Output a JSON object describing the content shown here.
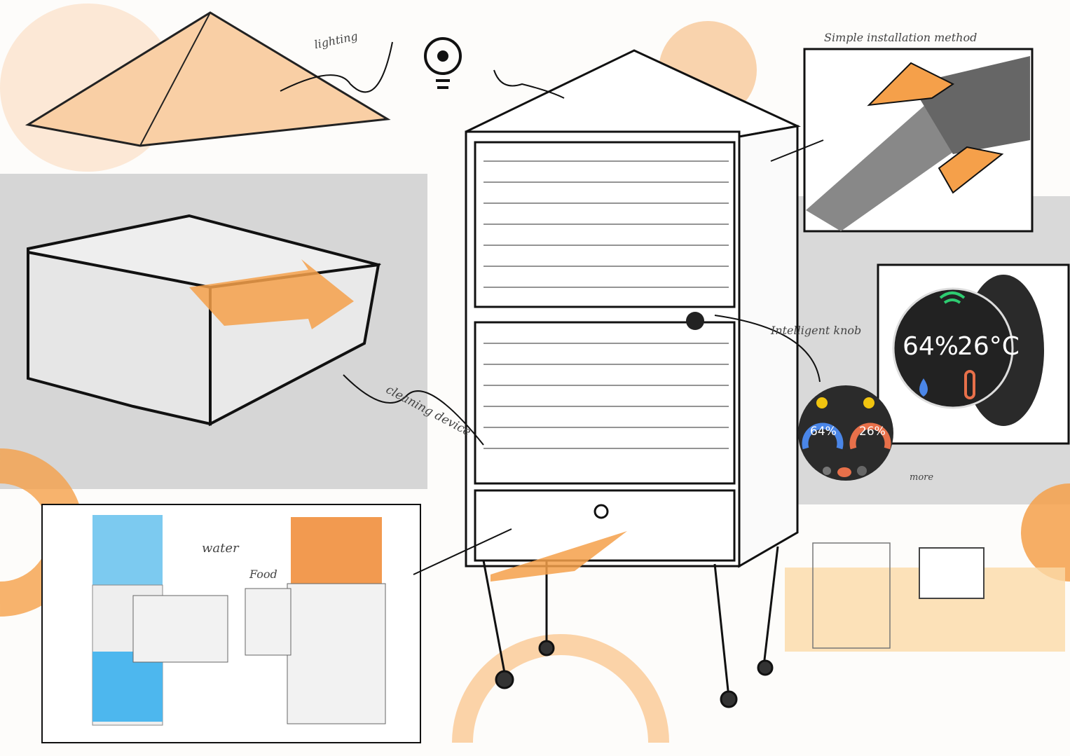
{
  "annotations": {
    "lighting": "lighting",
    "installation": "Simple installation method",
    "knob": "Intelligent knob",
    "cleaning": "cleaning device",
    "water": "water",
    "food": "Food",
    "more": "more"
  },
  "knob_large": {
    "humidity": "64%",
    "temperature": "26°C"
  },
  "knob_small": {
    "humidity": "64%",
    "temperature": "26%"
  },
  "colors": {
    "accent": "#f5a04a",
    "panel_gray": "#d9d9d9",
    "water_blue": "#6ec3f0",
    "wifi_green": "#2ecc71",
    "temp_red": "#e8704a"
  }
}
